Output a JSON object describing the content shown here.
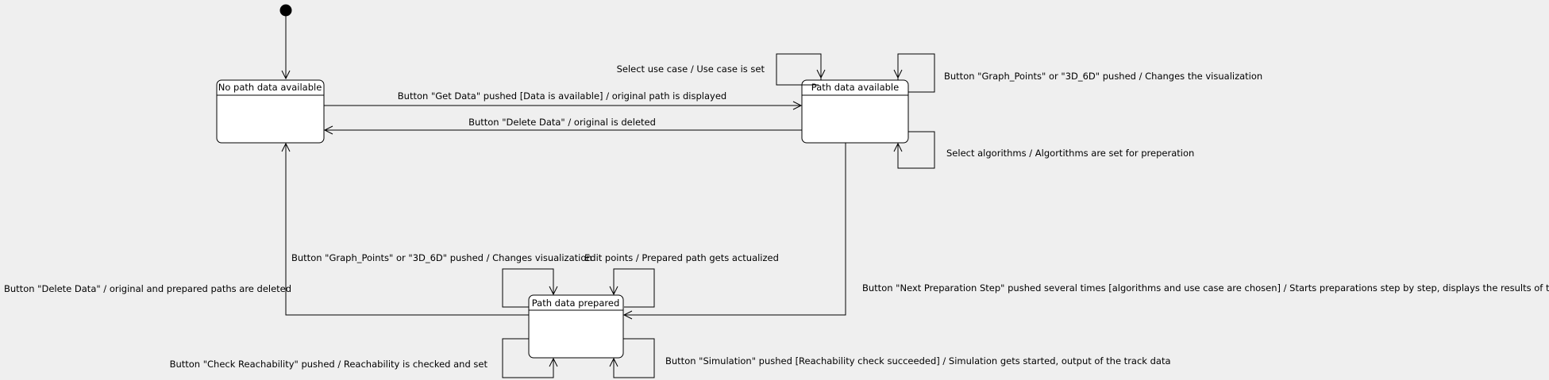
{
  "states": {
    "no_path": {
      "name": "No path data available"
    },
    "available": {
      "name": "Path data available"
    },
    "prepared": {
      "name": "Path data prepared"
    }
  },
  "transitions": {
    "get_data": "Button \"Get Data\" pushed [Data is available] / original path is displayed",
    "delete_data": "Button \"Delete Data\" / original is deleted",
    "select_use_case": "Select use case / Use case is set",
    "graph_points_available": "Button \"Graph_Points\" or \"3D_6D\" pushed / Changes the visualization",
    "select_algorithms": "Select algorithms / Algortithms are set for preperation",
    "next_step": "Button \"Next Preparation Step\" pushed several times [algorithms and use case are chosen] / Starts preparations step by step, displays the results of the steps",
    "delete_prepared": "Button \"Delete Data\" / original and prepared paths are deleted",
    "graph_points_prepared": "Button \"Graph_Points\" or \"3D_6D\" pushed / Changes visualization",
    "edit_points": "Edit points / Prepared path gets actualized",
    "check_reachability": "Button \"Check Reachability\" pushed / Reachability is checked and set",
    "simulation": "Button \"Simulation\" pushed [Reachability check succeeded] / Simulation gets started, output of the track data"
  }
}
